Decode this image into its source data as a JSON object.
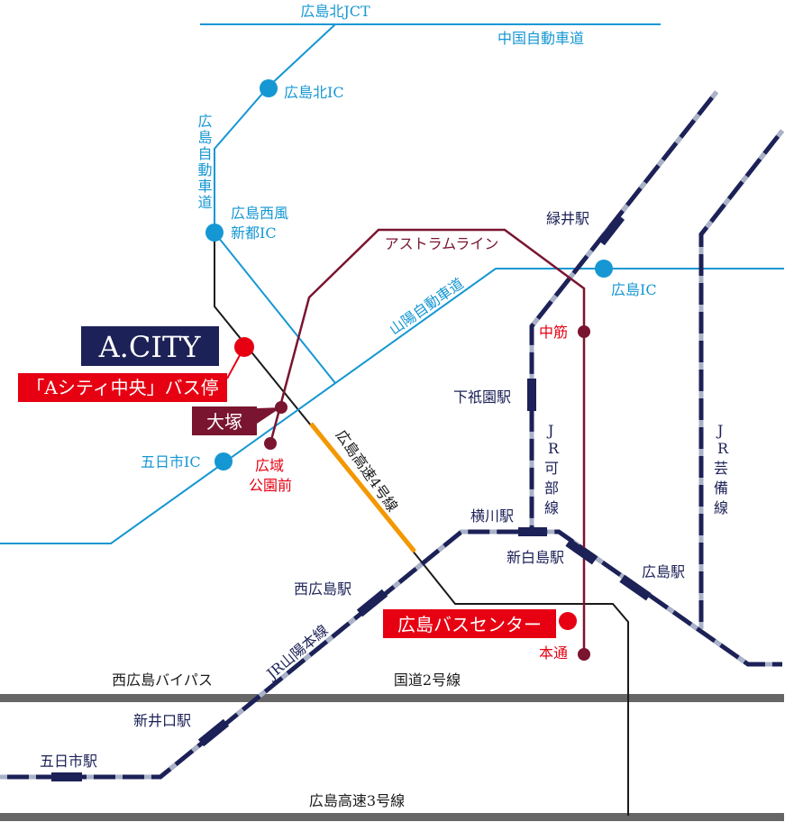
{
  "roads": {
    "hiroshima_kita_jct": "広島北JCT",
    "chugoku_expressway": "中国自動車道",
    "hiroshima_expressway": "広島自動車道",
    "sanyo_expressway": "山陽自動車道",
    "hiroshima_highway_4": "広島高速4号線",
    "hiroshima_highway_3": "広島高速3号線",
    "nishi_hiroshima_bypass": "西広島バイパス",
    "route_2": "国道2号線"
  },
  "interchanges": {
    "hiroshima_kita_ic": "広島北IC",
    "hiroshima_seifu_ic_line1": "広島西風",
    "hiroshima_seifu_ic_line2": "新都IC",
    "hiroshima_ic": "広島IC",
    "itsukaichi_ic": "五日市IC"
  },
  "astram": {
    "line_name": "アストラムライン",
    "nakasuji": "中筋",
    "otsuka": "大塚",
    "koiki_line1": "広域",
    "koiki_line2": "公園前",
    "hondori": "本通"
  },
  "jr": {
    "midorii": "緑井駅",
    "shimogion": "下祇園駅",
    "kabe_line": [
      "J",
      "R",
      "可",
      "部",
      "線"
    ],
    "geibi_line": [
      "J",
      "R",
      "芸",
      "備",
      "線"
    ],
    "yokogawa": "横川駅",
    "shin_hakushima": "新白島駅",
    "hiroshima": "広島駅",
    "nishi_hiroshima": "西広島駅",
    "sanyo_main_line": "JR山陽本線",
    "shin_iguchi": "新井口駅",
    "itsukaichi": "五日市駅"
  },
  "callouts": {
    "a_city": "A.CITY",
    "bus_stop": "「Aシティ中央」バス停",
    "otsuka_box": "大塚",
    "bus_center": "広島バスセンター"
  },
  "colors": {
    "expressway": "#1597d3",
    "jr": "#1c2157",
    "astram": "#7a1530",
    "highway4": "#f39800",
    "callout_red": "#e60012",
    "a_city_box": "#1c2157",
    "otsuka_box": "#7a1530",
    "national_road": "#666666"
  }
}
